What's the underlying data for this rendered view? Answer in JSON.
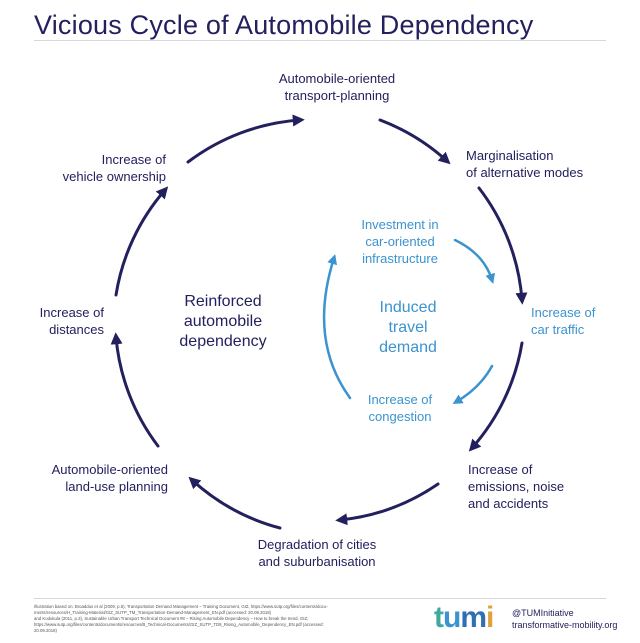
{
  "title": "Vicious Cycle of Automobile Dependency",
  "outer_cycle": [
    [
      "Automobile-oriented",
      "transport-planning"
    ],
    [
      "Marginalisation",
      "of alternative modes"
    ],
    [
      "Increase of",
      "car traffic"
    ],
    [
      "Increase of",
      "emissions, noise",
      "and accidents"
    ],
    [
      "Degradation of cities",
      "and suburbanisation"
    ],
    [
      "Automobile-oriented",
      "land-use planning"
    ],
    [
      "Increase of",
      "distances"
    ],
    [
      "Increase of",
      "vehicle ownership"
    ]
  ],
  "inner_cycle": [
    [
      "Investment in",
      "car-oriented",
      "infrastructure"
    ],
    [
      "Increase of",
      "congestion"
    ]
  ],
  "center_outer": [
    "Reinforced",
    "automobile",
    "dependency"
  ],
  "center_inner": [
    "Induced",
    "travel",
    "demand"
  ],
  "source_lines": [
    "Illustration based on: Broaddus et al (2009, p.6), Transportation Demand Management – Training Document, GIZ, https://www.sutp.org/files/contents/docu-",
    "ments/resources/H_Training-Material/GIZ_SUTP_TM_Transportation-Demand-Management_EN.pdf (accessed: 20.09.2018)",
    "and Kodukula (2011, p.3), Sustainable Urban Transport Technical Document #8 – Rising Automobile Dependency – How to break the trend, GIZ,",
    "https://www.sutp.org/files/contents/documents/resources/B_Technical-Documents/GIZ_SUTP_TD8_Rising_Automobile_Dependency_EN.pdf (accessed:",
    "20.09.2018)"
  ],
  "logo": "tumi",
  "handle": "@TUMInitiative",
  "website": "transformative-mobility.org",
  "colors": {
    "dark": "#23205e",
    "blue": "#3b93cf"
  }
}
